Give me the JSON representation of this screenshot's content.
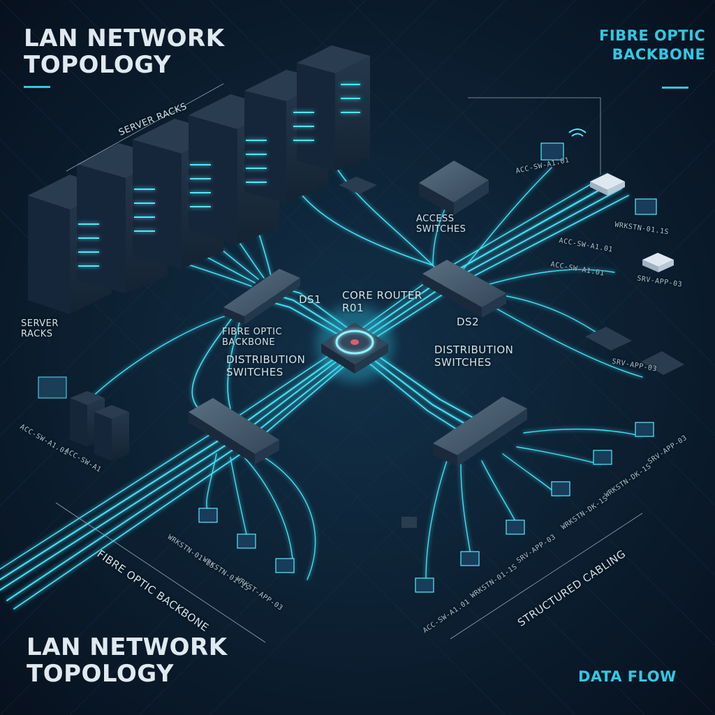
{
  "titles": {
    "top_left": "LAN NETWORK\nTOPOLOGY",
    "bottom_left": "LAN NETWORK\nTOPOLOGY",
    "top_right": "FIBRE OPTIC\nBACKBONE",
    "bottom_right": "DATA FLOW"
  },
  "labels": {
    "server_racks_top": "SERVER RACKS",
    "server_racks_left": "SERVER\nRACKS",
    "access_switches": "ACCESS\nSWITCHES",
    "ds1": "DS1",
    "core_router": "CORE ROUTER\nR01",
    "fibre_backbone_center": "FIBRE OPTIC\nBACKBONE",
    "distribution_left": "DISTRIBUTION\nSWITCHES",
    "distribution_right": "DISTRIBUTION\nSWITCHES",
    "ds2": "DS2",
    "fibre_backbone_bottom": "FIBRE OPTIC BACKBONE",
    "structured_cabling": "STRUCTURED CABLING"
  },
  "device_labels": {
    "acc_sw_top": "ACC-SW-A1.01",
    "wrkstn_top_right": "WRKSTN-01.1S",
    "acc_sw_right_1": "ACC-SW-A1.01",
    "acc_sw_right_2": "ACC-SW-A1.01",
    "srv_app_right": "SRV-APP-03",
    "srv_app_mid_right": "SRV-APP-03",
    "acc_sw_left_1": "ACC-SW-A1.01",
    "acc_sw_left_2": "ACC-SW-A1",
    "srv_app_far_right": "SRV-APP-03",
    "wrkstn_right_1": "WRKSTN-DK-1S",
    "wrkstn_right_2": "WRKSTN-DK-1S",
    "srv_app_bottom": "SRV-APP-03",
    "wrkstn_bottom": "WRKSTN-01-1S",
    "acc_sw_bottom": "ACC-SW-A1.01",
    "wrkstn_bl_1": "WRKSTN-01-1S",
    "wrkstn_bl_2": "WRKSTN-01-1S",
    "wrkstn_bl_3": "WRKST-APP-03"
  },
  "colors": {
    "background": "#0b1a2c",
    "cable_glow": "#3fe0f5",
    "accent": "#2fc9e6",
    "device_body": "#1c2d40",
    "rack_body": "#1a2a3c"
  }
}
